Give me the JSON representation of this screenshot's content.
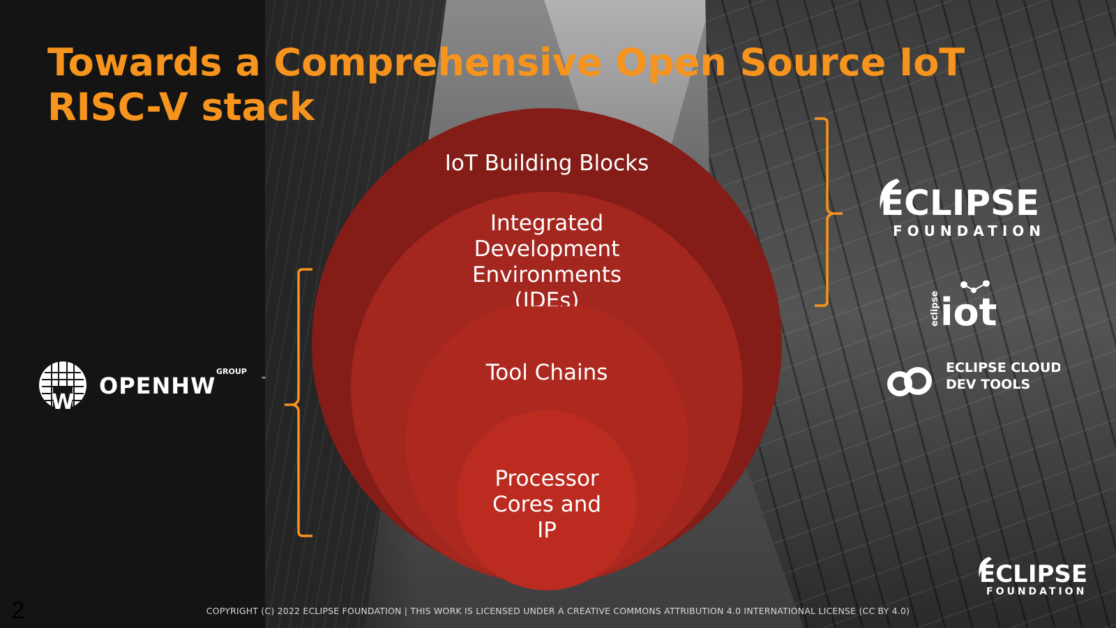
{
  "slide": {
    "title": "Towards a Comprehensive Open Source IoT RISC-V stack",
    "page_number": "2",
    "copyright": "COPYRIGHT (C) 2022 ECLIPSE FOUNDATION | THIS WORK IS LICENSED UNDER A CREATIVE COMMONS ATTRIBUTION 4.0 INTERNATIONAL LICENSE (CC BY 4.0)"
  },
  "stack": {
    "layer1": "IoT Building Blocks",
    "layer2": "Integrated Development Environments (IDEs)",
    "layer3": "Tool Chains",
    "layer4": "Processor Cores and IP"
  },
  "logos": {
    "openhw_group": "GROUP",
    "openhw_name": "OPENHW",
    "eclipse_main": "ECLIPSE",
    "eclipse_sub": "FOUNDATION",
    "eclipse_iot_prefix": "eclipse",
    "eclipse_iot_name": "iot",
    "cloud_line1": "ECLIPSE CLOUD",
    "cloud_line2": "DEV TOOLS",
    "footer_main": "ECLIPSE",
    "footer_sub": "FOUNDATION"
  },
  "colors": {
    "title": "#f7941d",
    "bracket": "#f7941d",
    "circle_outer": "#841d18",
    "circle_2": "#a3261f",
    "circle_3": "#ad2920",
    "circle_4": "#bb2b20"
  }
}
